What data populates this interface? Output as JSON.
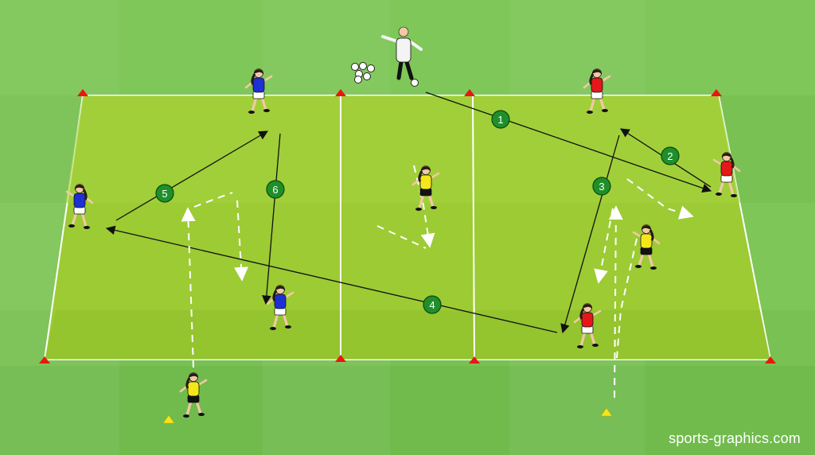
{
  "watermark": "sports-graphics.com",
  "colors": {
    "grass_light": "#7fc85a",
    "grass_dark": "#6fb94b",
    "field_light": "#a6d13a",
    "field_dark": "#93c02b",
    "cone": "#e8170f",
    "blue": "#1e2fd6",
    "red": "#e5171a",
    "yellow": "#f3e61a",
    "marker": "#1f8f2a"
  },
  "pass_markers": [
    {
      "label": "1"
    },
    {
      "label": "2"
    },
    {
      "label": "3"
    },
    {
      "label": "4"
    },
    {
      "label": "5"
    },
    {
      "label": "6"
    }
  ],
  "players": {
    "blue": [
      "blue-player-top",
      "blue-player-left",
      "blue-player-bottom"
    ],
    "red": [
      "red-player-top",
      "red-player-right",
      "red-player-bottom"
    ],
    "yellow": [
      "yellow-player-center",
      "yellow-player-right",
      "yellow-player-bottom-left"
    ],
    "coach": "coach"
  }
}
